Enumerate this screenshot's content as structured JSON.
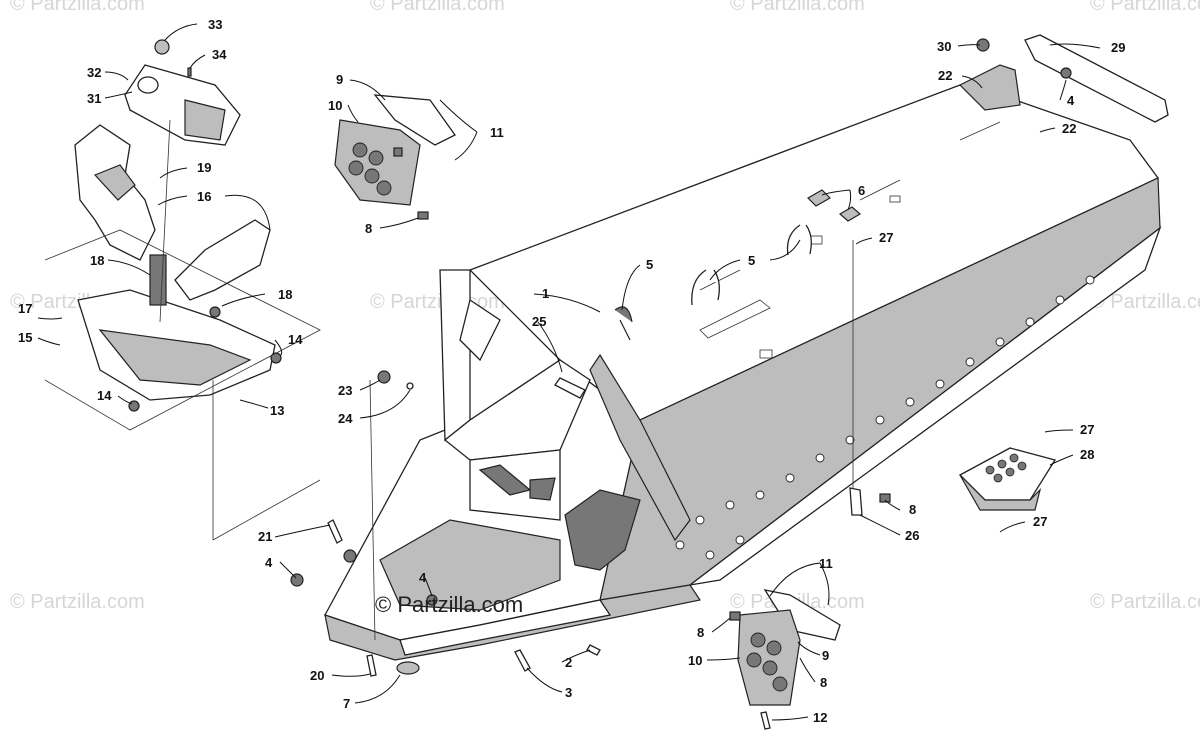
{
  "watermark": {
    "text": "© Partzilla.com",
    "main_text": "© Partzilla.com"
  },
  "callouts": [
    {
      "id": "c33",
      "label": "33"
    },
    {
      "id": "c34",
      "label": "34"
    },
    {
      "id": "c32",
      "label": "32"
    },
    {
      "id": "c31",
      "label": "31"
    },
    {
      "id": "c19",
      "label": "19"
    },
    {
      "id": "c16",
      "label": "16"
    },
    {
      "id": "c18a",
      "label": "18"
    },
    {
      "id": "c18b",
      "label": "18"
    },
    {
      "id": "c17",
      "label": "17"
    },
    {
      "id": "c15",
      "label": "15"
    },
    {
      "id": "c14a",
      "label": "14"
    },
    {
      "id": "c14b",
      "label": "14"
    },
    {
      "id": "c13",
      "label": "13"
    },
    {
      "id": "c9a",
      "label": "9"
    },
    {
      "id": "c10a",
      "label": "10"
    },
    {
      "id": "c11a",
      "label": "11"
    },
    {
      "id": "c8a",
      "label": "8"
    },
    {
      "id": "c30",
      "label": "30"
    },
    {
      "id": "c29",
      "label": "29"
    },
    {
      "id": "c22a",
      "label": "22"
    },
    {
      "id": "c22b",
      "label": "22"
    },
    {
      "id": "c4a",
      "label": "4"
    },
    {
      "id": "c6",
      "label": "6"
    },
    {
      "id": "c27a",
      "label": "27"
    },
    {
      "id": "c5a",
      "label": "5"
    },
    {
      "id": "c5b",
      "label": "5"
    },
    {
      "id": "c1",
      "label": "1"
    },
    {
      "id": "c25",
      "label": "25"
    },
    {
      "id": "c23",
      "label": "23"
    },
    {
      "id": "c24",
      "label": "24"
    },
    {
      "id": "c27b",
      "label": "27"
    },
    {
      "id": "c28",
      "label": "28"
    },
    {
      "id": "c8b",
      "label": "8"
    },
    {
      "id": "c27c",
      "label": "27"
    },
    {
      "id": "c26",
      "label": "26"
    },
    {
      "id": "c21",
      "label": "21"
    },
    {
      "id": "c4b",
      "label": "4"
    },
    {
      "id": "c4c",
      "label": "4"
    },
    {
      "id": "c11b",
      "label": "11"
    },
    {
      "id": "c8c",
      "label": "8"
    },
    {
      "id": "c9b",
      "label": "9"
    },
    {
      "id": "c10b",
      "label": "10"
    },
    {
      "id": "c8d",
      "label": "8"
    },
    {
      "id": "c2",
      "label": "2"
    },
    {
      "id": "c3",
      "label": "3"
    },
    {
      "id": "c20",
      "label": "20"
    },
    {
      "id": "c7",
      "label": "7"
    },
    {
      "id": "c12",
      "label": "12"
    }
  ]
}
